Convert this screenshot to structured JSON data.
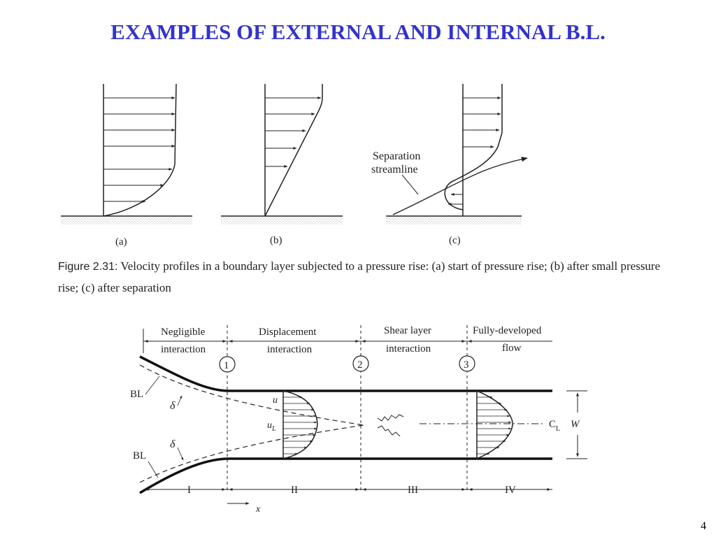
{
  "slide": {
    "title": "EXAMPLES OF EXTERNAL AND INTERNAL B.L.",
    "page_number": "4"
  },
  "figure_top": {
    "panel_labels": [
      "(a)",
      "(b)",
      "(c)"
    ],
    "separation_label_line1": "Separation",
    "separation_label_line2": "streamline",
    "caption_lead": "Figure 2.31:",
    "caption_text": " Velocity profiles in a boundary layer subjected to a pressure rise: (a) start of pressure rise; (b) after small pressure rise; (c) after separation"
  },
  "figure_bottom": {
    "regions": [
      {
        "line1": "Negligible",
        "line2": "interaction"
      },
      {
        "line1": "Displacement",
        "line2": "interaction"
      },
      {
        "line1": "Shear layer",
        "line2": "interaction"
      },
      {
        "line1": "Fully-developed",
        "line2": "flow"
      }
    ],
    "stations": [
      "1",
      "2",
      "3"
    ],
    "region_numerals": [
      "I",
      "II",
      "III",
      "IV"
    ],
    "bl_label": "BL",
    "delta_label": "δ",
    "u_label": "u",
    "uL_label_main": "u",
    "uL_label_sub": "L",
    "centerline_label": "C",
    "centerline_sub": "L",
    "width_label": "W",
    "x_label": "x"
  }
}
